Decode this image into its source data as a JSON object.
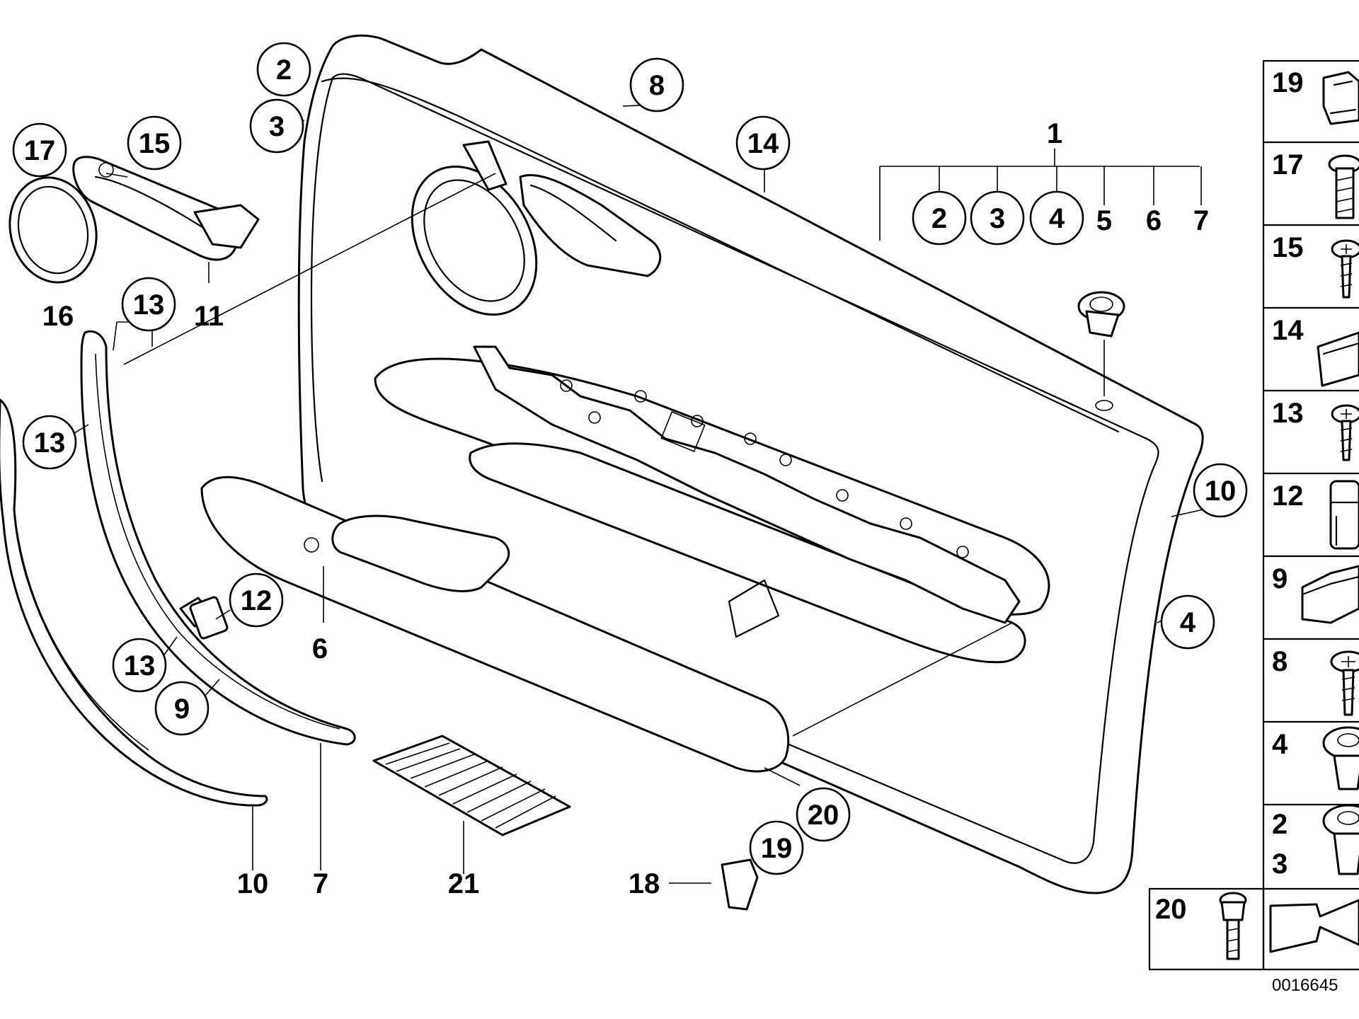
{
  "callouts": {
    "c2": "2",
    "c3": "3",
    "c8": "8",
    "c14": "14",
    "c1": "1",
    "c1_2": "2",
    "c1_3": "3",
    "c1_4": "4",
    "c1_5": "5",
    "c1_6": "6",
    "c1_7": "7",
    "c17": "17",
    "c15": "15",
    "c16": "16",
    "c11": "11",
    "c13a": "13",
    "c13b": "13",
    "c12": "12",
    "c13c": "13",
    "c9": "9",
    "c6": "6",
    "c10r": "10",
    "c4r": "4",
    "c10": "10",
    "c7": "7",
    "c21": "21",
    "c18": "18",
    "c19": "19",
    "c20": "20"
  },
  "legend": {
    "items": [
      {
        "num": "19",
        "icon": "clip-icon"
      },
      {
        "num": "17",
        "icon": "bolt-icon"
      },
      {
        "num": "15",
        "icon": "screw-icon"
      },
      {
        "num": "14",
        "icon": "bracket-icon"
      },
      {
        "num": "13",
        "icon": "screw-icon"
      },
      {
        "num": "12",
        "icon": "plug-icon"
      },
      {
        "num": "9",
        "icon": "clip-icon"
      },
      {
        "num": "8",
        "icon": "screw-icon"
      },
      {
        "num": "4",
        "icon": "expanding-rivet-icon"
      },
      {
        "num": "2",
        "num2": "3",
        "icon": "expanding-rivet-icon"
      }
    ],
    "bottom": {
      "num": "20",
      "icon": "bolt-icon"
    },
    "arrow_icon": "direction-arrow-icon"
  },
  "ref_number": "0016645"
}
